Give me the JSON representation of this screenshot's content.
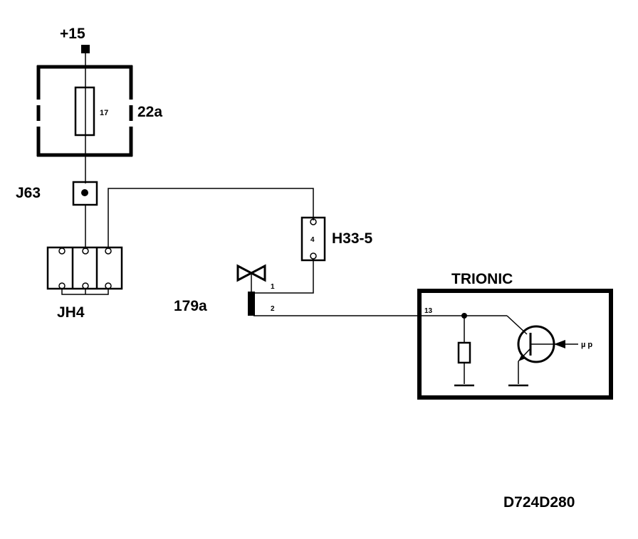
{
  "labels": {
    "supply": "+15",
    "fuse_box": "22a",
    "fuse_number": "17",
    "junction_j63": "J63",
    "junction_jh4": "JH4",
    "connector_h33": "H33-5",
    "connector_h33_pin": "4",
    "valve": "179a",
    "valve_pin1": "1",
    "valve_pin2": "2",
    "ecu": "TRIONIC",
    "ecu_pin": "13",
    "ecu_signal": "µ p",
    "drawing_code": "D724D280"
  },
  "colors": {
    "ink": "#000000",
    "background": "#ffffff"
  }
}
